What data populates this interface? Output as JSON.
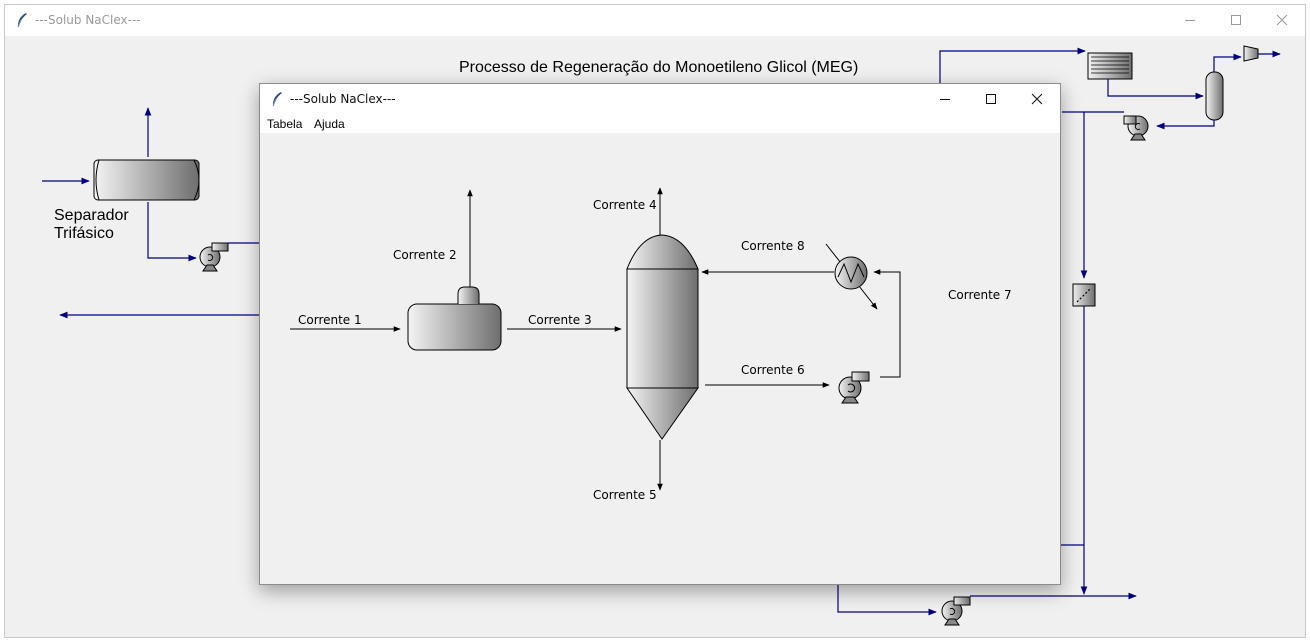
{
  "main_window": {
    "title": "---Solub NaClex---",
    "heading": "Processo de Regeneração do Monoetileno Glicol (MEG)",
    "separator_label_line1": "Separador",
    "separator_label_line2": "Trifásico"
  },
  "dialog": {
    "title": "---Solub NaClex---",
    "menu": [
      "Tabela",
      "Ajuda"
    ],
    "streams": {
      "s1": "Corrente 1",
      "s2": "Corrente 2",
      "s3": "Corrente 3",
      "s4": "Corrente 4",
      "s5": "Corrente 5",
      "s6": "Corrente 6",
      "s7": "Corrente 7",
      "s8": "Corrente 8"
    }
  },
  "colors": {
    "main_lines": "#000080",
    "dialog_lines": "#000000",
    "background": "#f0f0f0"
  },
  "icons": [
    "feather-icon",
    "minimize-icon",
    "maximize-icon",
    "close-icon",
    "pump-icon",
    "heat-exchanger-icon",
    "vessel-icon",
    "column-icon",
    "cooler-icon",
    "compressor-icon",
    "valve-icon"
  ]
}
